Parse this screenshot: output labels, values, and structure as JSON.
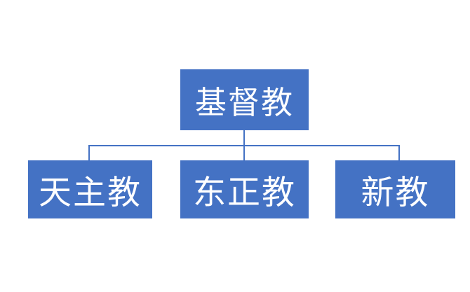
{
  "diagram": {
    "type": "org-chart",
    "background_color": "#FFFFFF",
    "box_fill_color": "#4472C4",
    "connector_color": "#4472C4",
    "text_color": "#FFFFFF",
    "nodes": {
      "root": {
        "label": "基督教"
      },
      "children": [
        {
          "label": "天主教"
        },
        {
          "label": "东正教"
        },
        {
          "label": "新教"
        }
      ]
    }
  }
}
